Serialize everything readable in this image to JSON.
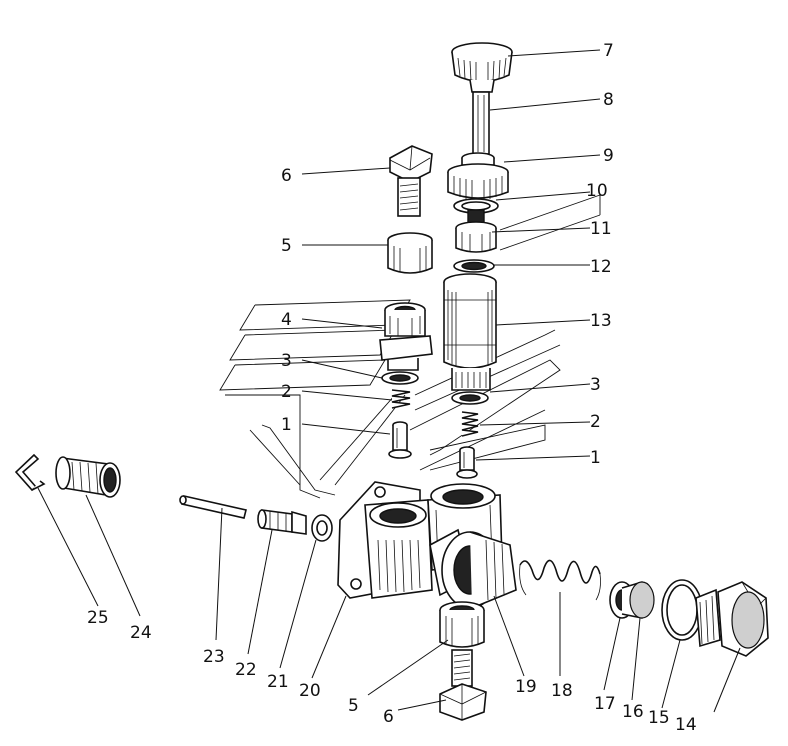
{
  "diagram": {
    "type": "exploded-assembly",
    "callouts": [
      {
        "id": "7",
        "label": "7"
      },
      {
        "id": "8",
        "label": "8"
      },
      {
        "id": "9",
        "label": "9"
      },
      {
        "id": "10",
        "label": "10"
      },
      {
        "id": "11",
        "label": "11"
      },
      {
        "id": "12",
        "label": "12"
      },
      {
        "id": "13",
        "label": "13"
      },
      {
        "id": "6a",
        "label": "6"
      },
      {
        "id": "5a",
        "label": "5"
      },
      {
        "id": "4",
        "label": "4"
      },
      {
        "id": "3a",
        "label": "3"
      },
      {
        "id": "2a",
        "label": "2"
      },
      {
        "id": "1a",
        "label": "1"
      },
      {
        "id": "3b",
        "label": "3"
      },
      {
        "id": "2b",
        "label": "2"
      },
      {
        "id": "1b",
        "label": "1"
      },
      {
        "id": "25",
        "label": "25"
      },
      {
        "id": "24",
        "label": "24"
      },
      {
        "id": "23",
        "label": "23"
      },
      {
        "id": "22",
        "label": "22"
      },
      {
        "id": "21",
        "label": "21"
      },
      {
        "id": "20",
        "label": "20"
      },
      {
        "id": "5b",
        "label": "5"
      },
      {
        "id": "6b",
        "label": "6"
      },
      {
        "id": "19",
        "label": "19"
      },
      {
        "id": "18",
        "label": "18"
      },
      {
        "id": "17",
        "label": "17"
      },
      {
        "id": "16",
        "label": "16"
      },
      {
        "id": "15",
        "label": "15"
      },
      {
        "id": "14",
        "label": "14"
      }
    ]
  }
}
